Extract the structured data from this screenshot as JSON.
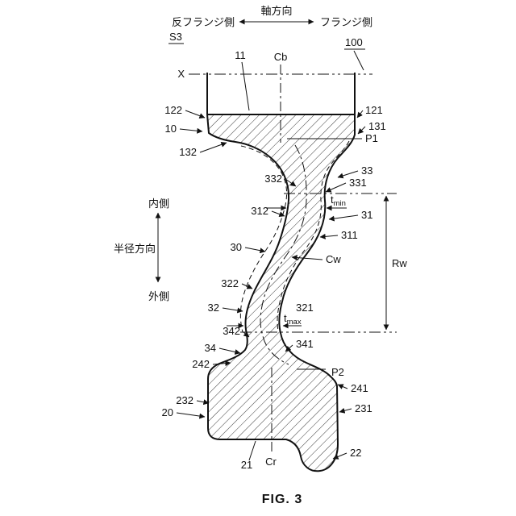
{
  "colors": {
    "ink": "#111111",
    "background": "#ffffff"
  },
  "header": {
    "axis_left": "反フランジ側",
    "axis_title": "軸方向",
    "axis_right": "フランジ側",
    "section": "S3",
    "ref100": "100"
  },
  "left_axis": {
    "inner": "内側",
    "title": "半径方向",
    "outer": "外側"
  },
  "centerlines": {
    "x": "X",
    "cb": "Cb",
    "cw": "Cw",
    "cr": "Cr"
  },
  "points": {
    "p1": "P1",
    "p2": "P2"
  },
  "dims": {
    "rw": "Rw",
    "t": "t",
    "min": "min",
    "max": "max"
  },
  "refs": {
    "n10": "10",
    "n11": "11",
    "n20": "20",
    "n21": "21",
    "n22": "22",
    "n30": "30",
    "n31": "31",
    "n32": "32",
    "n33": "33",
    "n34": "34",
    "n100": "100",
    "n121": "121",
    "n122": "122",
    "n131": "131",
    "n132": "132",
    "n231": "231",
    "n232": "232",
    "n241": "241",
    "n242": "242",
    "n311": "311",
    "n312": "312",
    "n321": "321",
    "n322": "322",
    "n331": "331",
    "n332": "332",
    "n341": "341",
    "n342": "342"
  },
  "caption": "FIG. 3"
}
